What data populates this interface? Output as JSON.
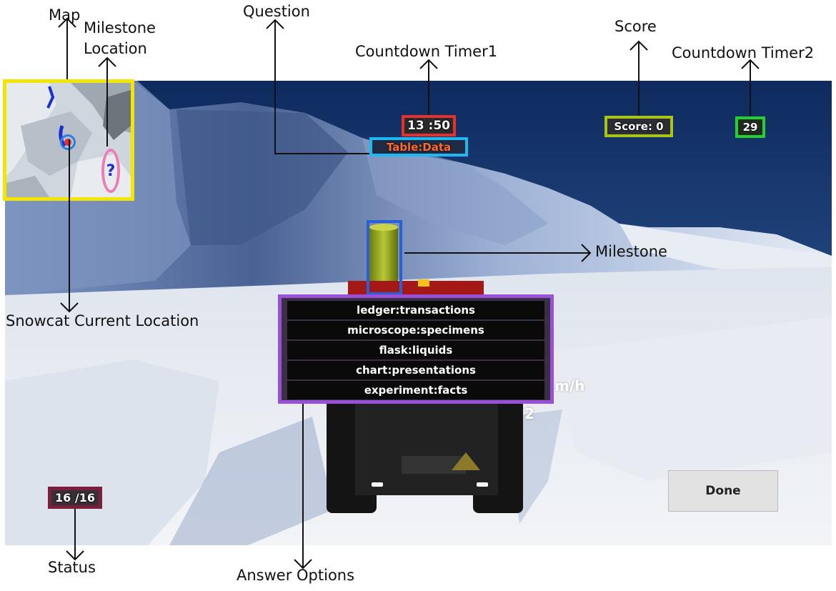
{
  "annotations": {
    "map": "Map",
    "milestone_location_line1": "Milestone",
    "milestone_location_line2": "Location",
    "question": "Question",
    "countdown_timer1": "Countdown Timer1",
    "score": "Score",
    "countdown_timer2": "Countdown Timer2",
    "milestone": "Milestone",
    "snowcat_location": "Snowcat Current Location",
    "status": "Status",
    "answer_options": "Answer Options"
  },
  "hud": {
    "timer1": "13 :50",
    "question": "Table:Data",
    "score": "Score: 0",
    "timer2": "29",
    "status": "16 /16",
    "speed_unit": "m/h",
    "speed_value": "2",
    "done_label": "Done"
  },
  "minimap": {
    "milestone_marker": "?"
  },
  "answers": [
    "ledger:transactions",
    "microscope:specimens",
    "flask:liquids",
    "chart:presentations",
    "experiment:facts"
  ],
  "colors": {
    "map_border": "#f2e600",
    "timer1_border": "#e53030",
    "question_border": "#1fb8f0",
    "score_border": "#a7c419",
    "timer2_border": "#22d12e",
    "status_border": "#7a1e3a",
    "answers_border": "#9a4fd8",
    "milestone_border": "#2a5fd6"
  }
}
